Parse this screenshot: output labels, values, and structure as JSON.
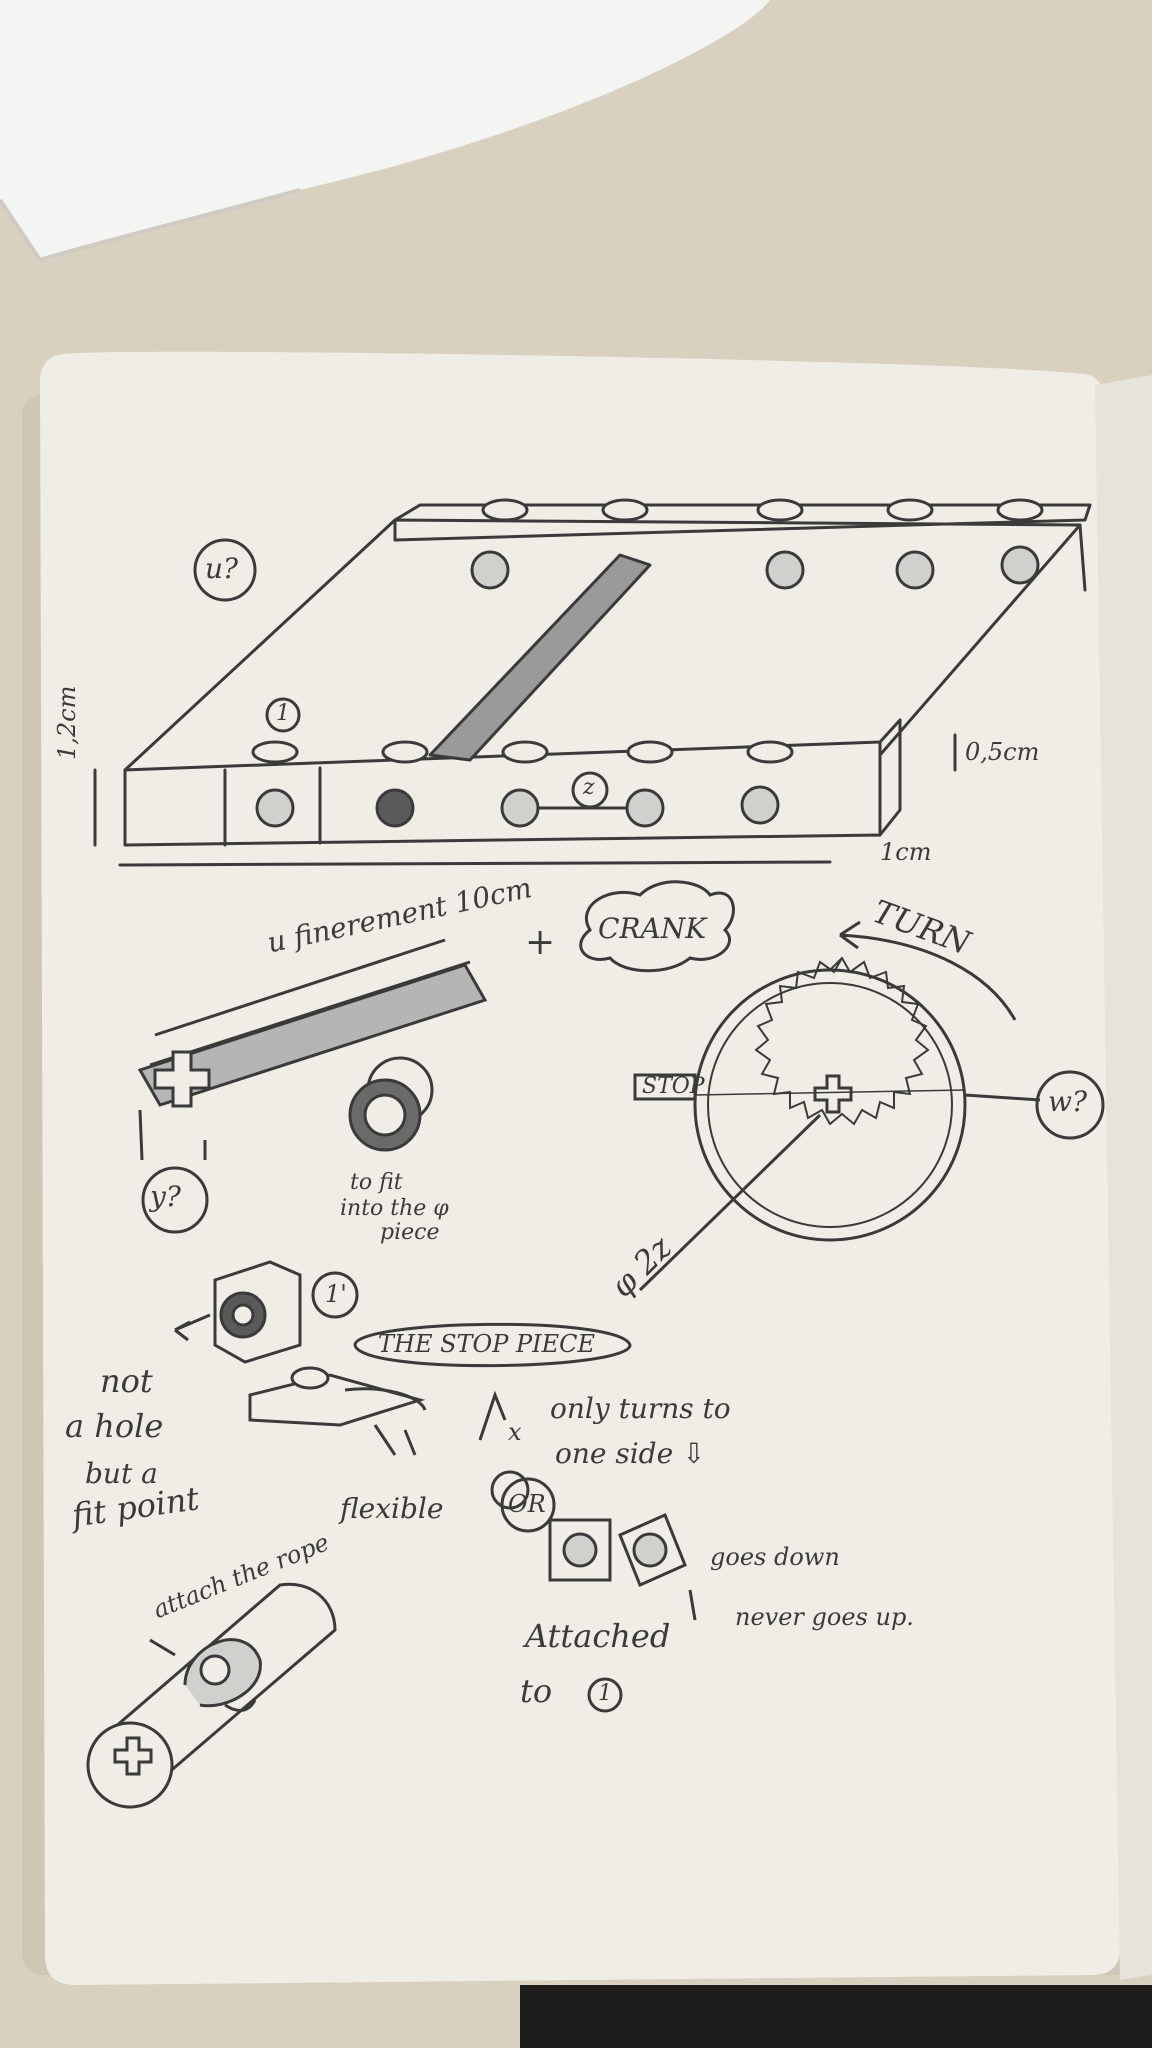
{
  "scene": {
    "background": "#d9d0c0",
    "paper_color": "#efede6",
    "pencil_color": "#3a3a3a",
    "tissue_color": "#f4f4f2"
  },
  "labels": {
    "u_circle": "u?",
    "num_one_top": "1",
    "dim_height": "1,2cm",
    "dim_depth": "0,5cm",
    "dim_width": "1cm",
    "z_label": "z",
    "u_length": "u finerement 10cm",
    "plus": "+",
    "crank_cloud": "CRANK",
    "turn": "TURN",
    "stop_tag": "STOP",
    "omega": "w?",
    "y_circle": "y?",
    "to_fit_1": "to fit",
    "to_fit_2": "into the φ",
    "to_fit_3": "piece",
    "phi_z": "φ 2z",
    "one_piece": "1'",
    "not_1": "not",
    "not_2": "a hole",
    "not_3": "but a",
    "not_4": "fit point",
    "stop_piece": "THE STOP PIECE",
    "x_mark": "x",
    "only_turns_1": "only turns to",
    "only_turns_2": "one side ⇩",
    "flexible": "flexible",
    "or": "OR",
    "goes_down_1": "goes down",
    "goes_down_2": "never goes up.",
    "attach_rope": "attach the rope",
    "attached_1": "Attached",
    "attached_2": "to",
    "attached_num": "1"
  }
}
